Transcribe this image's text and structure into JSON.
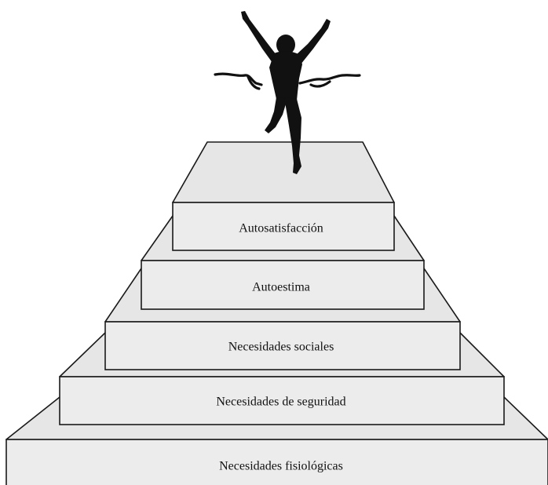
{
  "diagram": {
    "levels": [
      {
        "label": "Necesidades fisiológicas"
      },
      {
        "label": "Necesidades de seguridad"
      },
      {
        "label": "Necesidades sociales"
      },
      {
        "label": "Autoestima"
      },
      {
        "label": "Autosatisfacción"
      }
    ],
    "icons": [
      "runner-finish-line-icon"
    ]
  }
}
